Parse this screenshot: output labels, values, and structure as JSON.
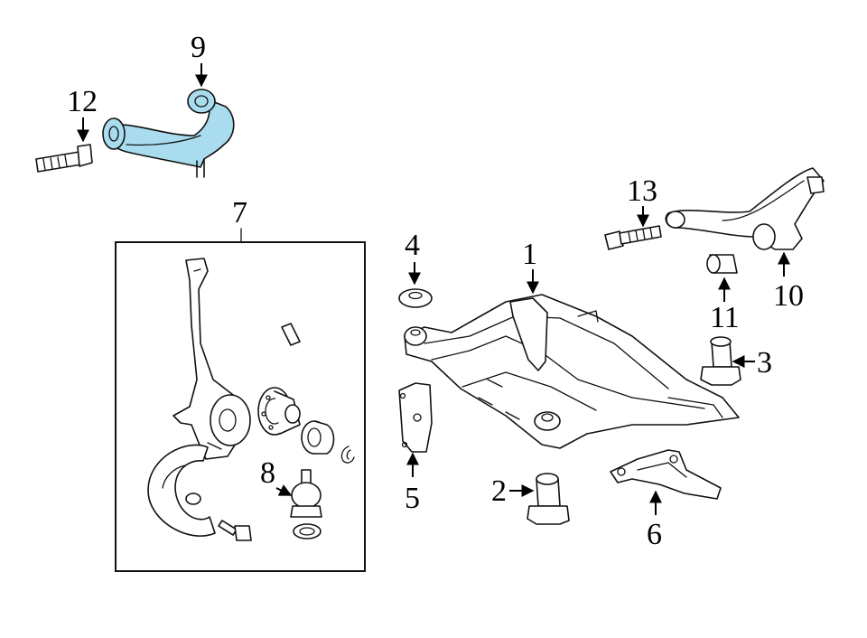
{
  "diagram": {
    "highlight_color": "#a9dcef",
    "line_color": "#111111",
    "background": "#ffffff",
    "callouts": {
      "c1": "1",
      "c2": "2",
      "c3": "3",
      "c4": "4",
      "c5": "5",
      "c6": "6",
      "c7": "7",
      "c8": "8",
      "c9": "9",
      "c10": "10",
      "c11": "11",
      "c12": "12",
      "c13": "13"
    }
  }
}
